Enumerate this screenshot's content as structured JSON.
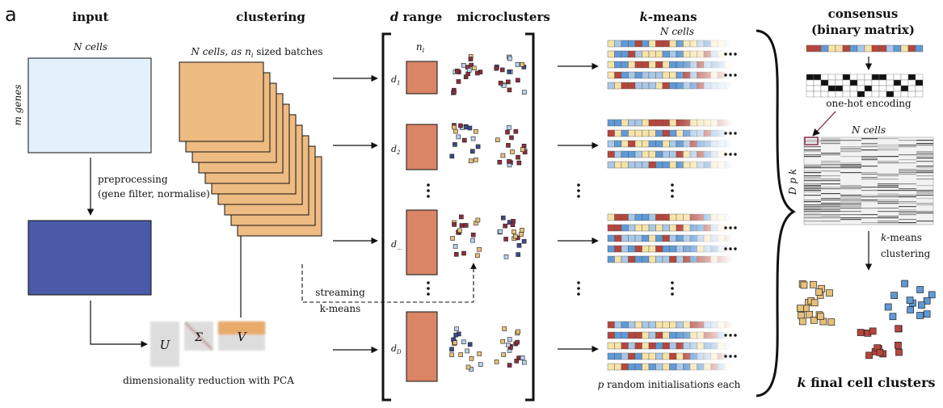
{
  "panel_letter": "a",
  "headers": {
    "input": "input",
    "clustering": "clustering",
    "d_range_italic": "d",
    "d_range_rest": " range",
    "microclusters": "microclusters",
    "kmeans_italic": "k",
    "kmeans_rest": "-means",
    "consensus_line1": "consensus",
    "consensus_line2": "(binary matrix)"
  },
  "input": {
    "n_cells": "N cells",
    "m_genes": "m genes",
    "preprocessing_line1": "preprocessing",
    "preprocessing_line2": "(gene filter, normalise)",
    "pca_caption": "dimensionality reduction with PCA",
    "svd_u": "U",
    "svd_sigma": "Σ",
    "svd_v": "V"
  },
  "clustering": {
    "batches_label": "N cells, as n",
    "batches_sub": "i",
    "batches_suffix": " sized batches",
    "streaming_line1": "streaming",
    "streaming_line2": "k-means"
  },
  "d_range": {
    "n_i": "n",
    "n_i_sub": "i",
    "d_labels": [
      "d",
      "d",
      "d",
      "d"
    ],
    "d_subs": [
      "1",
      "2",
      "…",
      "D"
    ]
  },
  "kmeans": {
    "n_cells": "N cells",
    "caption_italic": "p",
    "caption_rest": " random initialisations each"
  },
  "consensus": {
    "one_hot": "one-hot encoding",
    "n_cells": "N cells",
    "dpk": "D p k",
    "kmeans_clustering_line1": "k-means",
    "kmeans_clustering_line2": "clustering",
    "final_italic": "k",
    "final_rest": " final cell clusters"
  },
  "colors": {
    "cream": "#f7e3a8",
    "red": "#b5463c",
    "blue": "#5f9ad6",
    "light_blue": "#a9c8e8",
    "orange": "#eebb82",
    "salmon": "#d98566",
    "input_fill": "#e2f1fb",
    "pca_fill": "#4a5aa8",
    "bead_dark_red": "#8b2e3c",
    "bead_navy": "#3b4a8a",
    "bead_tan": "#e8c07a",
    "bead_pale_blue": "#b8d2ec"
  }
}
